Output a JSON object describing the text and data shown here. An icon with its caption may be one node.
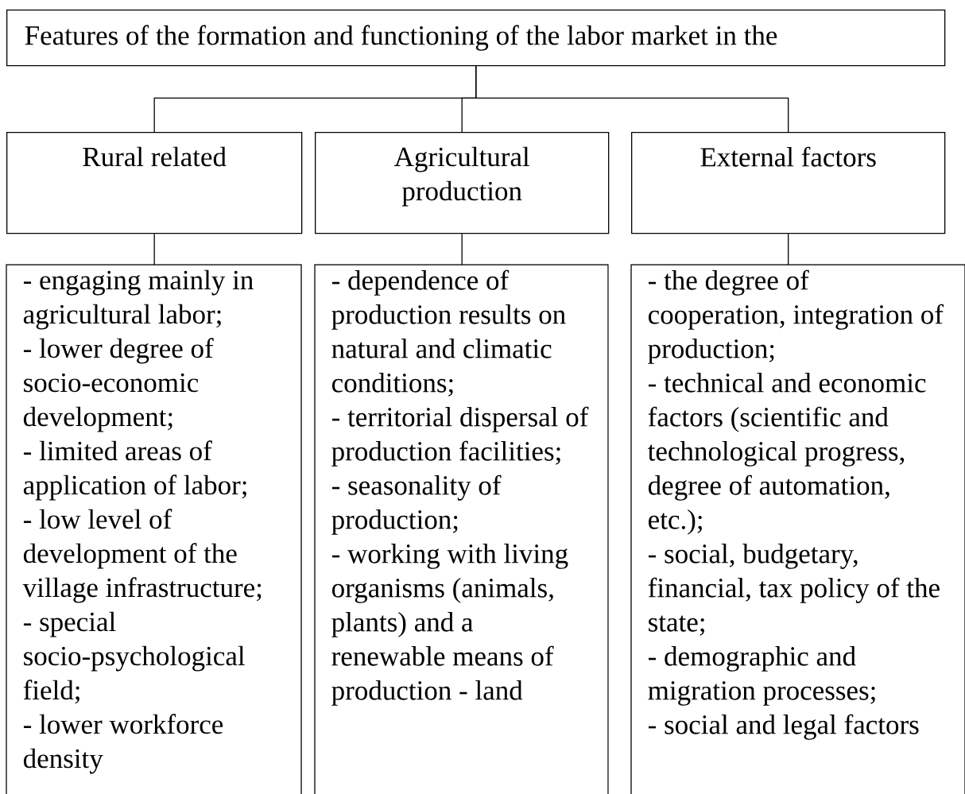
{
  "diagram": {
    "nodes": [
      {
        "text": [
          "Features of the formation and functioning of the labor market in the"
        ]
      },
      {
        "text": [
          "Rural related"
        ]
      },
      {
        "text": [
          "Agricultural production"
        ]
      },
      {
        "text": [
          "External factors"
        ]
      },
      {
        "text": [
          "- engaging mainly in agricultural labor;",
          "- lower degree of socio-economic development;",
          "- limited areas of application of labor;",
          "- low level of development of the village infrastructure;",
          "- special socio-psychological field;",
          "- lower workforce density"
        ]
      },
      {
        "text": [
          "- dependence of production results on natural and climatic conditions;",
          "- territorial dispersal of production facilities;",
          "- seasonality of production;",
          "- working with living organisms (animals, plants) and a renewable means of production - land"
        ]
      },
      {
        "text": [
          "- the degree of cooperation, integration of production;",
          "- technical and economic factors (scientific and technological progress, degree of automation, etc.);",
          "- social, budgetary, financial, tax policy of the state;",
          "- demographic and migration processes;",
          "- social and legal factors"
        ]
      }
    ],
    "edges": [
      {
        "from": 0,
        "to": 1,
        "arrow": "none"
      },
      {
        "from": 0,
        "to": 2,
        "arrow": "none"
      },
      {
        "from": 0,
        "to": 3,
        "arrow": "none"
      },
      {
        "from": 1,
        "to": 4,
        "arrow": "none"
      },
      {
        "from": 2,
        "to": 5,
        "arrow": "none"
      },
      {
        "from": 3,
        "to": 6,
        "arrow": "none"
      }
    ]
  }
}
